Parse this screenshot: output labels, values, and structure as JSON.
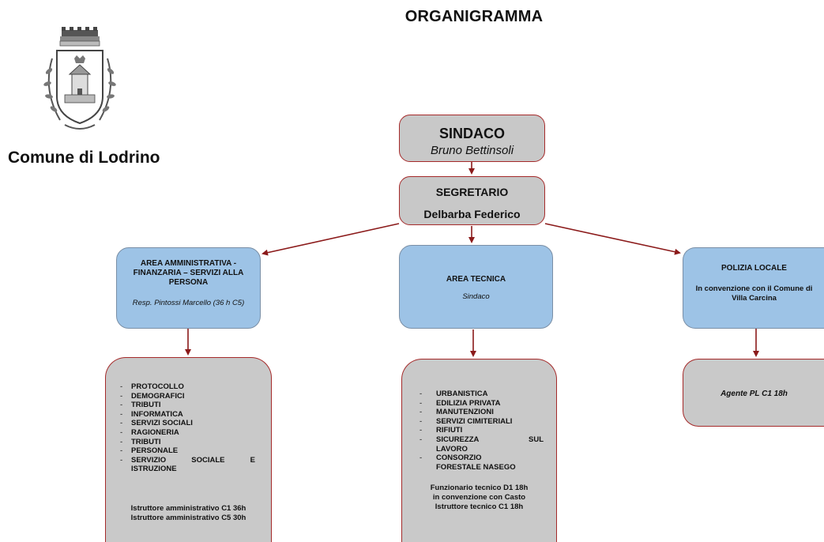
{
  "header": {
    "title": "ORGANIGRAMMA",
    "comune": "Comune di Lodrino"
  },
  "sindaco": {
    "role": "SINDACO",
    "name": "Bruno Bettinsoli"
  },
  "segretario": {
    "role": "SEGRETARIO",
    "name": "Delbarba Federico"
  },
  "areas": {
    "amministrativa": {
      "title": "AREA AMMINISTRATIVA - FINANZARIA – SERVIZI ALLA PERSONA",
      "resp": "Resp. Pintossi Marcello (36 h C5)",
      "items": [
        "PROTOCOLLO",
        "DEMOGRAFICI",
        "TRIBUTI",
        "INFORMATICA",
        "SERVIZI SOCIALI",
        "RAGIONERIA",
        "TRIBUTI",
        "PERSONALE"
      ],
      "item_last_a": "SERVIZIO",
      "item_last_b": "SOCIALE",
      "item_last_c": "E",
      "item_last_d": "ISTRUZIONE",
      "staff1": "Istruttore amministrativo C1 36h",
      "staff2": "Istruttore amministrativo C5 30h"
    },
    "tecnica": {
      "title": "AREA TECNICA",
      "resp": "Sindaco",
      "items": [
        "URBANISTICA",
        "EDILIZIA PRIVATA",
        "MANUTENZIONI",
        "SERVIZI CIMITERIALI",
        "RIFIUTI"
      ],
      "sic_a": "SICUREZZA",
      "sic_b": "SUL",
      "sic_c": "LAVORO",
      "cons_a": "CONSORZIO",
      "cons_b": "FORESTALE NASEGO",
      "staff1": "Funzionario tecnico D1 18h",
      "staff2": "in convenzione con Casto",
      "staff3": "Istruttore tecnico C1 18h"
    },
    "polizia": {
      "title": "POLIZIA LOCALE",
      "note": "In convenzione con il Comune di Villa Carcina",
      "staff": "Agente PL C1 18h"
    }
  },
  "colors": {
    "grey_box": "#c8c8c8",
    "blue_box": "#9dc3e6",
    "connector": "#8b1a1a"
  },
  "icons": {
    "crest": "municipal-crest-icon"
  }
}
